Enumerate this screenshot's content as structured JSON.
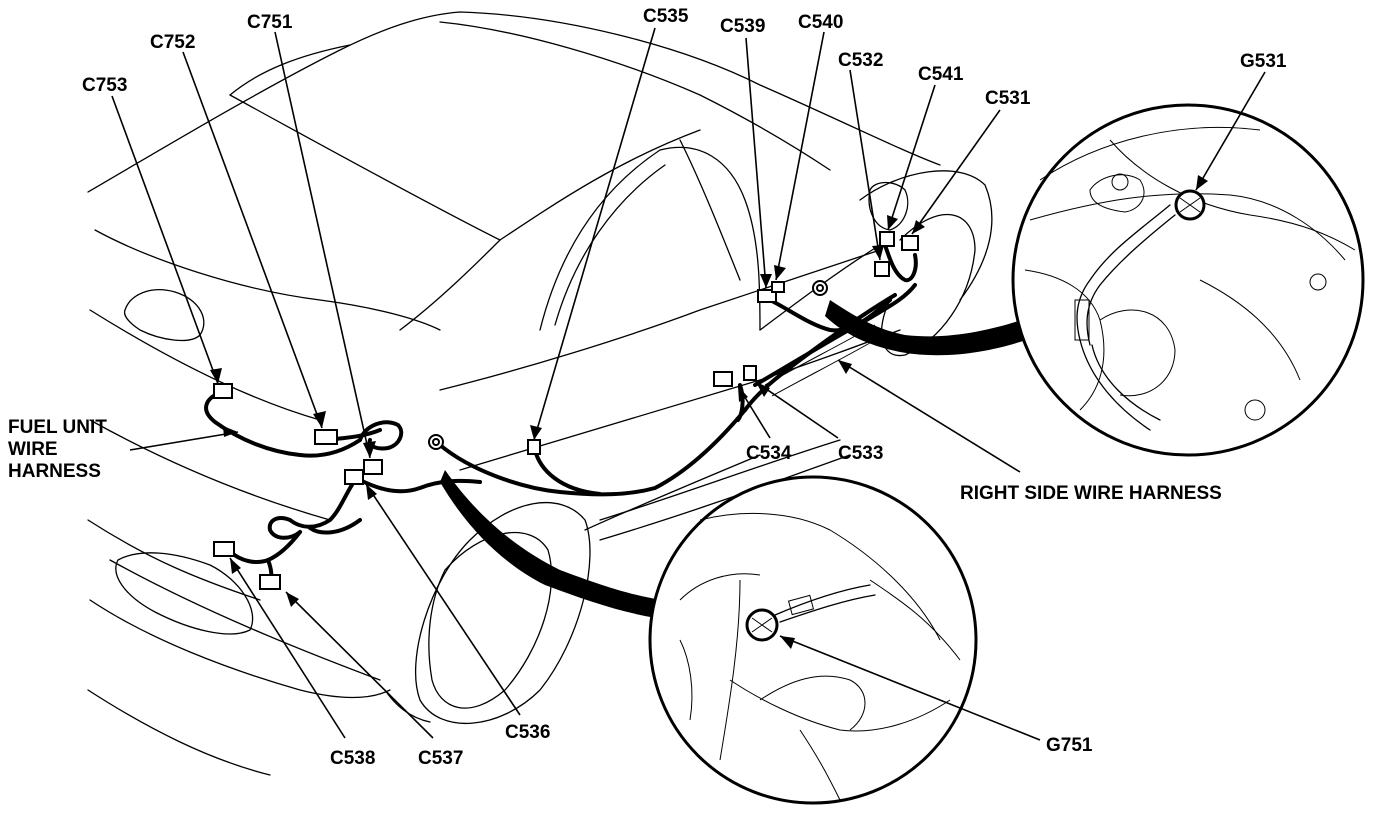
{
  "labels": {
    "c753": "C753",
    "c752": "C752",
    "c751": "C751",
    "c535": "C535",
    "c539": "C539",
    "c540": "C540",
    "c532": "C532",
    "c541": "C541",
    "c531": "C531",
    "g531": "G531",
    "fuel_unit_1": "FUEL UNIT",
    "fuel_unit_2": "WIRE",
    "fuel_unit_3": "HARNESS",
    "c534": "C534",
    "c533": "C533",
    "right_side_harness": "RIGHT SIDE WIRE HARNESS",
    "c536": "C536",
    "c537": "C537",
    "c538": "C538",
    "g751": "G751"
  }
}
